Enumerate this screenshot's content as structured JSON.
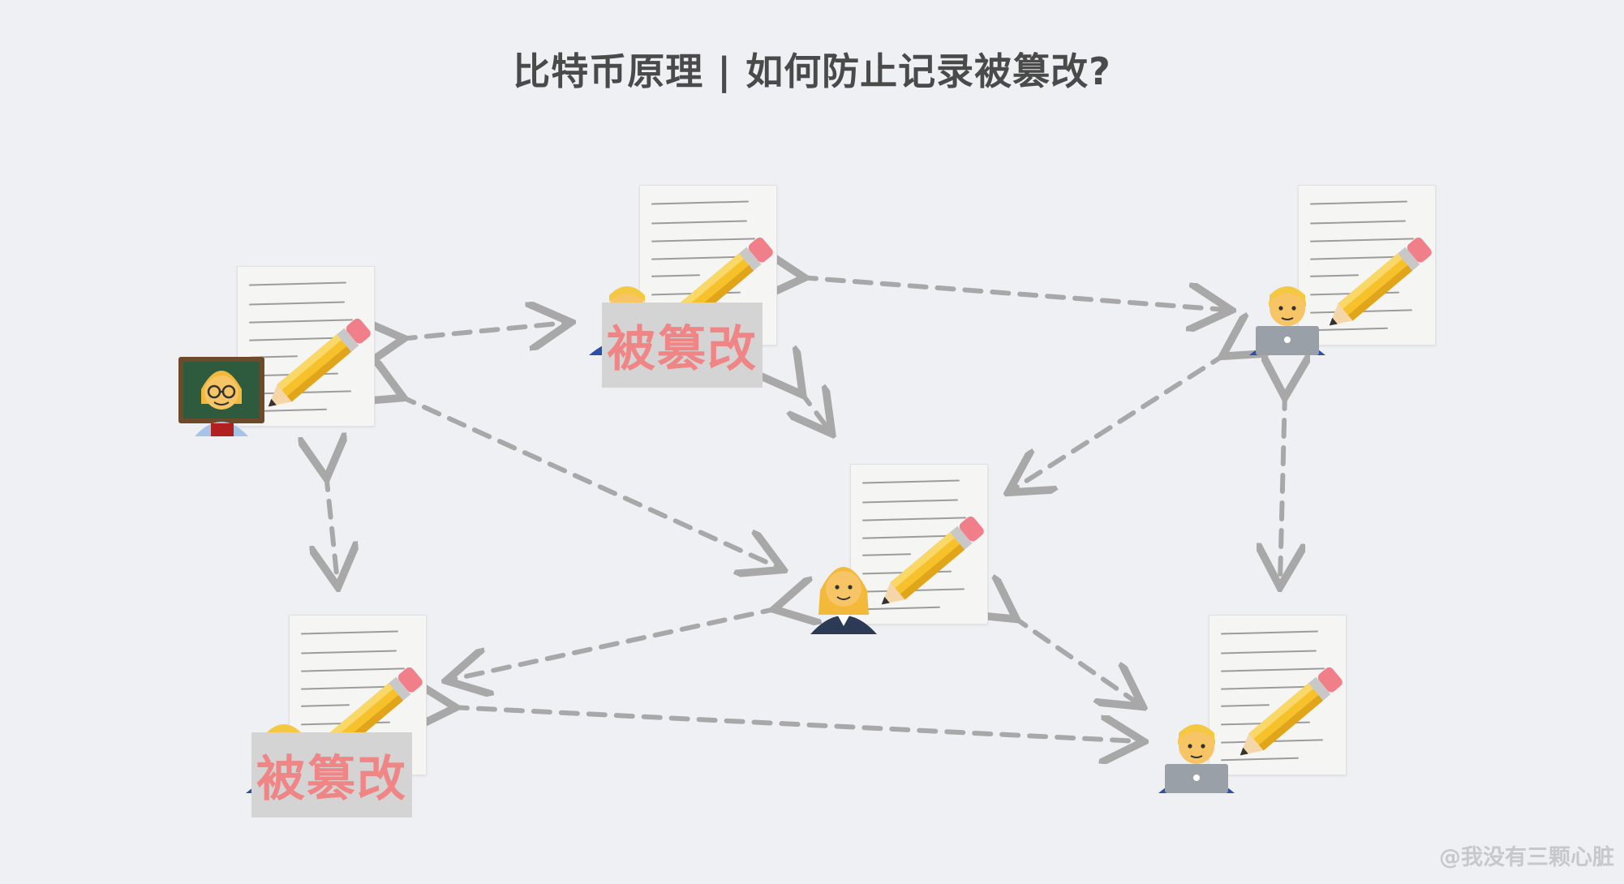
{
  "title": "比特币原理 | 如何防止记录被篡改?",
  "watermark": "@我没有三颗心脏",
  "tamper_label": "被篡改",
  "colors": {
    "background": "#eff0f4",
    "arrow": "#a8a8a8",
    "tamper_text": "#f08585",
    "tamper_bg": "#d4d4d4"
  },
  "nodes": [
    {
      "id": "teacher",
      "person": "teacher-woman",
      "tampered": false
    },
    {
      "id": "top-center",
      "person": "man",
      "tampered": true
    },
    {
      "id": "top-right",
      "person": "man-with-laptop",
      "tampered": false
    },
    {
      "id": "center",
      "person": "office-woman",
      "tampered": false
    },
    {
      "id": "bottom-left",
      "person": "man",
      "tampered": true
    },
    {
      "id": "bottom-right",
      "person": "man-with-laptop",
      "tampered": false
    }
  ],
  "links": [
    [
      "teacher",
      "top-center"
    ],
    [
      "teacher",
      "center"
    ],
    [
      "teacher",
      "bottom-left"
    ],
    [
      "top-center",
      "top-right"
    ],
    [
      "top-center",
      "center"
    ],
    [
      "top-right",
      "center"
    ],
    [
      "top-right",
      "bottom-right"
    ],
    [
      "center",
      "bottom-left"
    ],
    [
      "center",
      "bottom-right"
    ],
    [
      "bottom-left",
      "bottom-right"
    ]
  ]
}
